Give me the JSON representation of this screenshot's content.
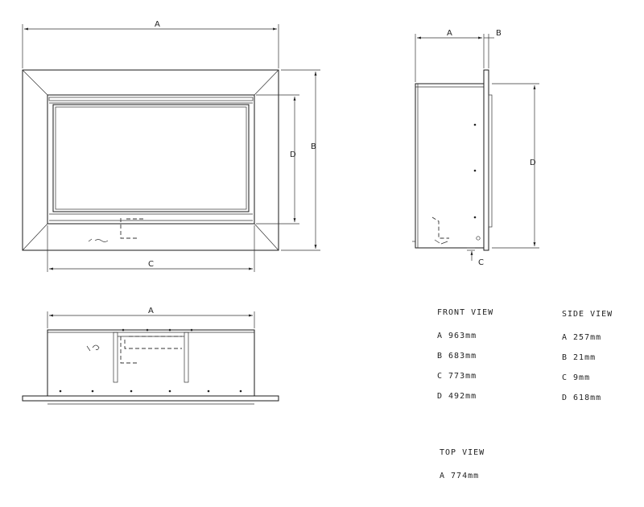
{
  "front_view": {
    "dim_labels": {
      "a": "A",
      "b": "B",
      "c": "C",
      "d": "D"
    }
  },
  "side_view": {
    "dim_labels": {
      "a": "A",
      "b": "B",
      "c": "C",
      "d": "D"
    }
  },
  "top_view": {
    "dim_labels": {
      "a": "A"
    }
  },
  "tables": {
    "front": {
      "title": "FRONT VIEW",
      "rows": [
        "A 963mm",
        "B 683mm",
        "C 773mm",
        "D 492mm"
      ]
    },
    "side": {
      "title": "SIDE VIEW",
      "rows": [
        "A 257mm",
        "B 21mm",
        "C 9mm",
        "D 618mm"
      ]
    },
    "top": {
      "title": "TOP VIEW",
      "rows": [
        "A 774mm"
      ]
    }
  }
}
